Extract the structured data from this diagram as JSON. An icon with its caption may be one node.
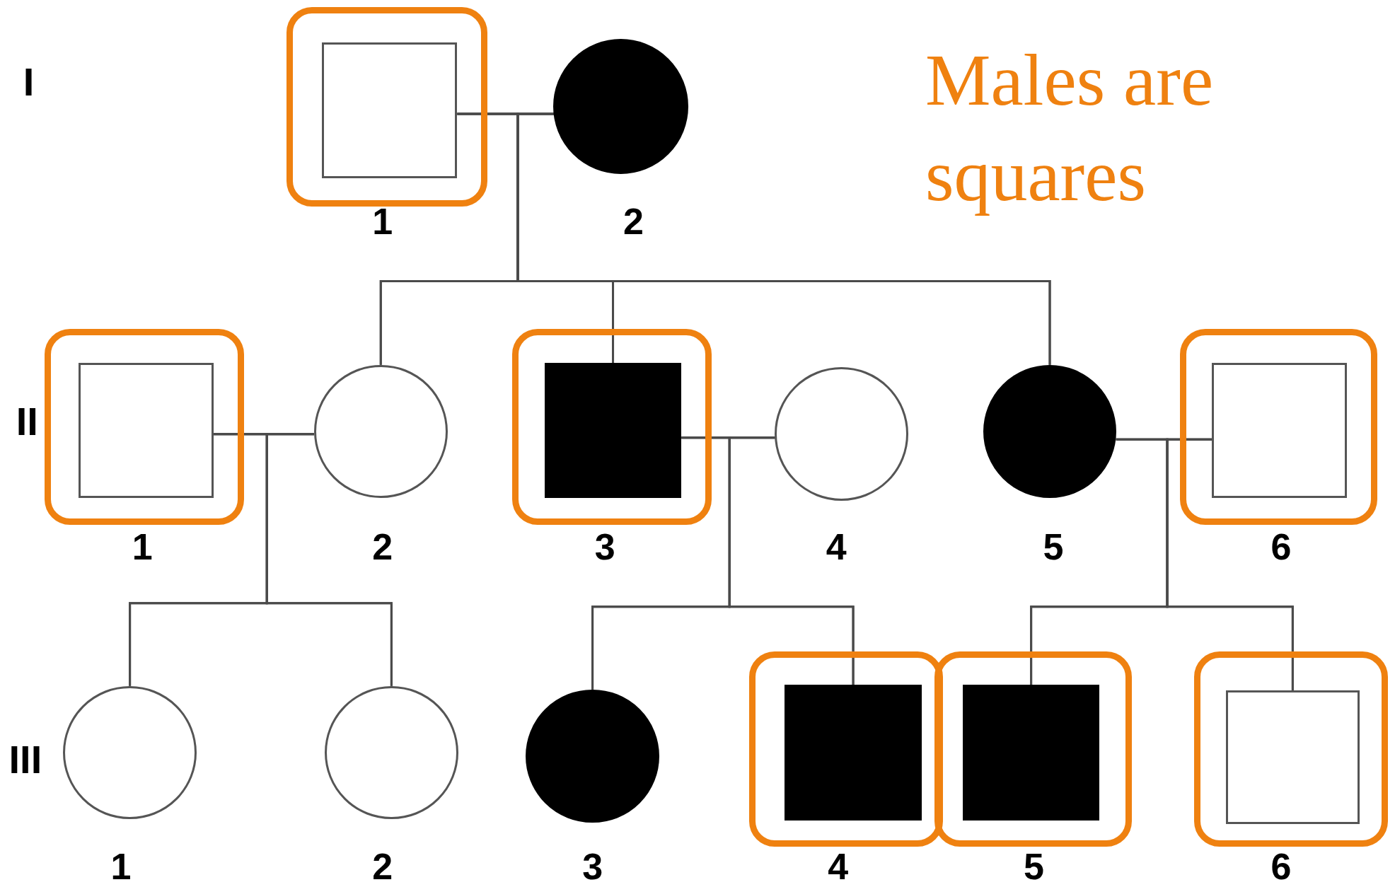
{
  "diagram": {
    "nodes": [
      {
        "text": [],
        "shape": "frame"
      },
      {
        "text": [],
        "shape": "box",
        "in": 0,
        "beside": [
          "1"
        ]
      },
      {
        "text": [],
        "shape": "disc",
        "beside": [
          "2"
        ]
      },
      {
        "text": [],
        "shape": "frame"
      },
      {
        "text": [],
        "shape": "box",
        "in": 3,
        "beside": [
          "1"
        ]
      },
      {
        "text": [],
        "shape": "circle",
        "beside": [
          "2"
        ]
      },
      {
        "text": [],
        "shape": "frame"
      },
      {
        "text": [],
        "shape": "block",
        "in": 6,
        "beside": [
          "3"
        ]
      },
      {
        "text": [],
        "shape": "circle",
        "beside": [
          "4"
        ]
      },
      {
        "text": [],
        "shape": "disc",
        "beside": [
          "5"
        ]
      },
      {
        "text": [],
        "shape": "frame"
      },
      {
        "text": [],
        "shape": "box",
        "in": 10,
        "beside": [
          "6"
        ]
      },
      {
        "text": [],
        "shape": "circle",
        "beside": [
          "1"
        ]
      },
      {
        "text": [],
        "shape": "circle",
        "beside": [
          "2"
        ]
      },
      {
        "text": [],
        "shape": "disc",
        "beside": [
          "3"
        ]
      },
      {
        "text": [],
        "shape": "frame"
      },
      {
        "text": [],
        "shape": "block",
        "in": 15,
        "beside": [
          "4"
        ]
      },
      {
        "text": [],
        "shape": "frame"
      },
      {
        "text": [],
        "shape": "block",
        "in": 17,
        "beside": [
          "5"
        ]
      },
      {
        "text": [],
        "shape": "frame"
      },
      {
        "text": [],
        "shape": "box",
        "in": 19,
        "beside": [
          "6"
        ]
      }
    ],
    "edges": [
      {
        "from": 1,
        "to": 2,
        "arrow": "none"
      },
      {
        "from": 1,
        "to": 5,
        "arrow": "none"
      },
      {
        "from": 2,
        "to": 5,
        "arrow": "none"
      },
      {
        "from": 1,
        "to": 7,
        "arrow": "none"
      },
      {
        "from": 2,
        "to": 7,
        "arrow": "none"
      },
      {
        "from": 1,
        "to": 9,
        "arrow": "none"
      },
      {
        "from": 2,
        "to": 9,
        "arrow": "none"
      },
      {
        "from": 4,
        "to": 5,
        "arrow": "none"
      },
      {
        "from": 4,
        "to": 12,
        "arrow": "none"
      },
      {
        "from": 5,
        "to": 12,
        "arrow": "none"
      },
      {
        "from": 4,
        "to": 13,
        "arrow": "none"
      },
      {
        "from": 5,
        "to": 13,
        "arrow": "none"
      },
      {
        "from": 7,
        "to": 8,
        "arrow": "none"
      },
      {
        "from": 7,
        "to": 14,
        "arrow": "none"
      },
      {
        "from": 8,
        "to": 14,
        "arrow": "none"
      },
      {
        "from": 7,
        "to": 16,
        "arrow": "none"
      },
      {
        "from": 8,
        "to": 16,
        "arrow": "none"
      },
      {
        "from": 9,
        "to": 11,
        "arrow": "none"
      },
      {
        "from": 9,
        "to": 18,
        "arrow": "none"
      },
      {
        "from": 11,
        "to": 18,
        "arrow": "none"
      },
      {
        "from": 9,
        "to": 20,
        "arrow": "none"
      },
      {
        "from": 11,
        "to": 20,
        "arrow": "none"
      }
    ],
    "labels": [
      "I",
      "II",
      "III",
      "Males are squares"
    ]
  }
}
